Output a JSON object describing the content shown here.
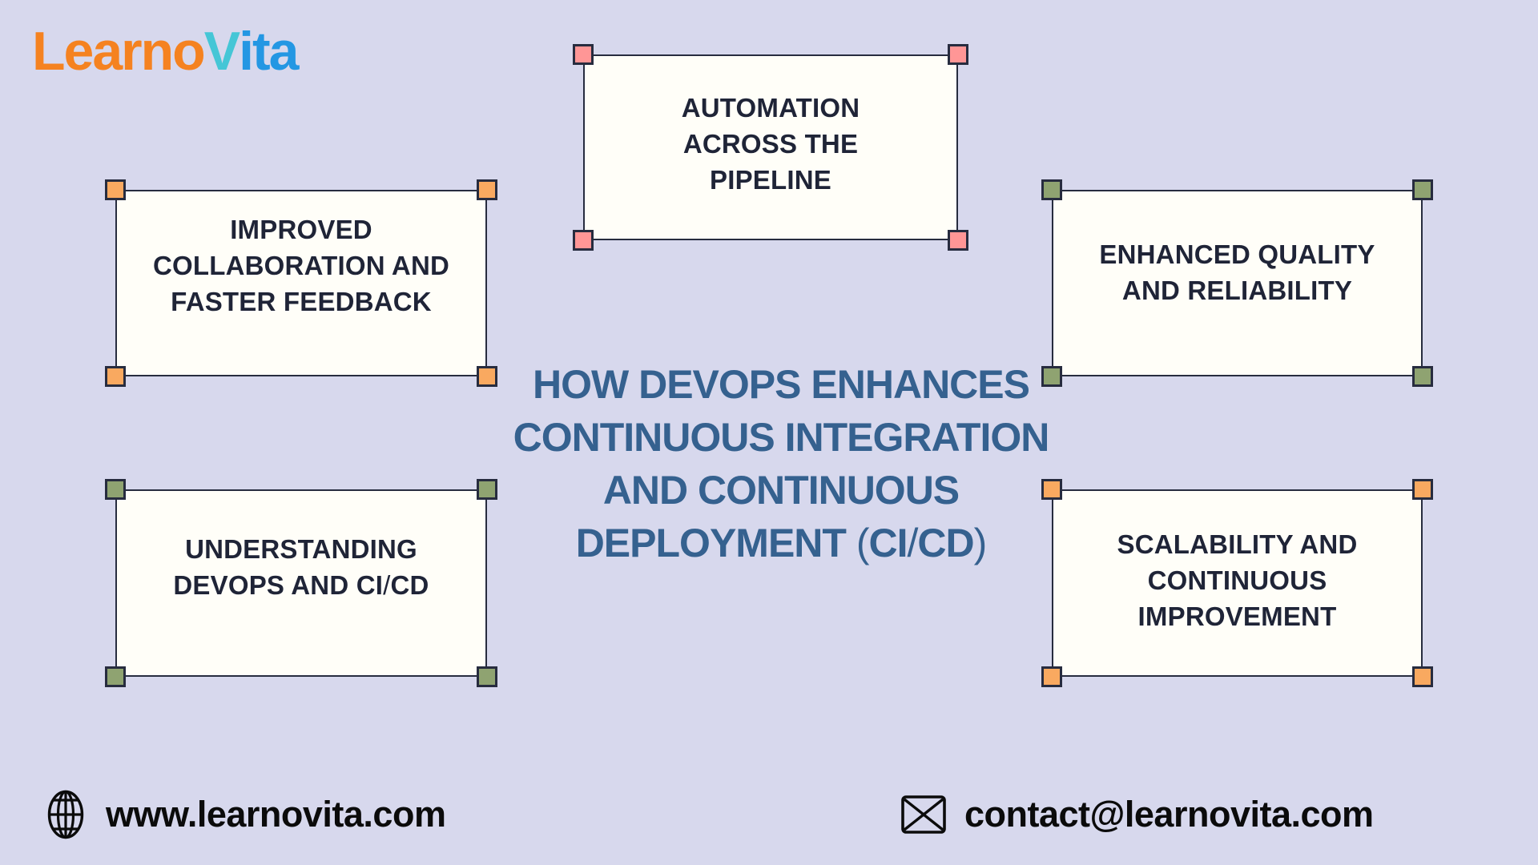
{
  "page": {
    "background": "#D7D8ED"
  },
  "logo": {
    "learno": "Learno",
    "v": "V",
    "ita": "ita",
    "learno_color": "#F58220",
    "v_color": "#45C6D6",
    "ita_color": "#2497E3"
  },
  "title": {
    "lines": [
      "HOW DEVOPS ENHANCES",
      "CONTINUOUS INTEGRATION",
      "AND CONTINUOUS",
      "DEPLOYMENT (CI/CD)"
    ],
    "color": "#35618F"
  },
  "cards": [
    {
      "id": "automation",
      "lines": [
        "AUTOMATION",
        "ACROSS THE",
        "PIPELINE"
      ],
      "handle_color": "#FF9696",
      "handle_icon": "corner-handle-icon"
    },
    {
      "id": "collaboration",
      "lines": [
        "IMPROVED",
        "COLLABORATION AND",
        "FASTER FEEDBACK"
      ],
      "handle_color": "#F9A960",
      "handle_icon": "corner-handle-icon"
    },
    {
      "id": "quality",
      "lines": [
        "ENHANCED QUALITY",
        "AND RELIABILITY"
      ],
      "handle_color": "#8FA371",
      "handle_icon": "corner-handle-icon"
    },
    {
      "id": "understanding",
      "lines": [
        "UNDERSTANDING",
        "DEVOPS AND CI/CD"
      ],
      "handle_color": "#8FA371",
      "handle_icon": "corner-handle-icon"
    },
    {
      "id": "scalability",
      "lines": [
        "SCALABILITY AND",
        "CONTINUOUS",
        "IMPROVEMENT"
      ],
      "handle_color": "#F9A960",
      "handle_icon": "corner-handle-icon"
    }
  ],
  "footer": {
    "website": "www.learnovita.com",
    "website_icon": "globe-icon",
    "email": "contact@learnovita.com",
    "email_icon": "envelope-icon",
    "icon_color": "#0B0B0B"
  },
  "style_colors": {
    "card_fill": "#FFFEF8",
    "card_border": "#272C3F",
    "card_text": "#1F2437"
  }
}
